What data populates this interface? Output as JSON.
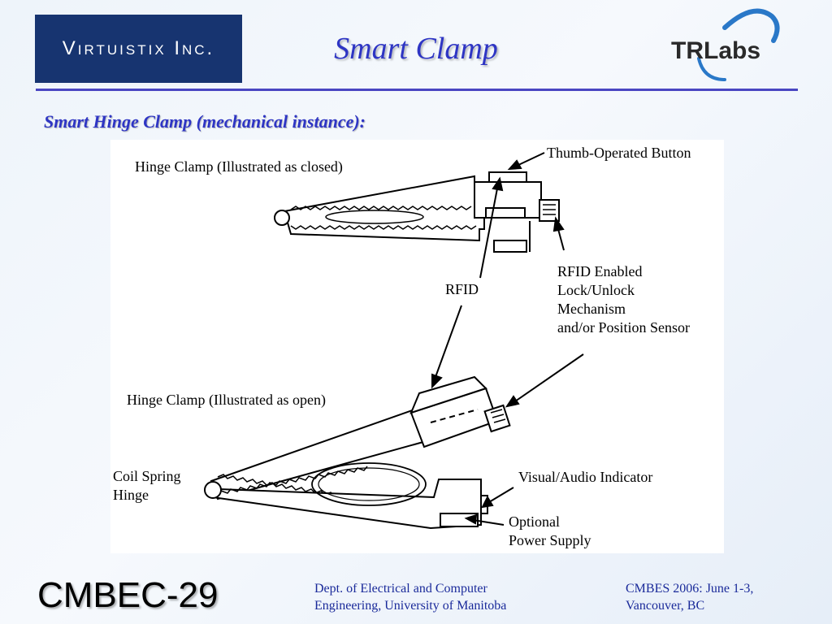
{
  "header": {
    "company_logo_text": "Virtuistix Inc.",
    "title": "Smart Clamp",
    "partner_logo_text": "TRLabs"
  },
  "subtitle": "Smart Hinge Clamp (mechanical instance):",
  "diagram": {
    "labels": {
      "closed": "Hinge Clamp (Illustrated as closed)",
      "thumb_button": "Thumb-Operated Button",
      "rfid": "RFID",
      "lock_line1": "RFID Enabled",
      "lock_line2": "Lock/Unlock",
      "lock_line3": "Mechanism",
      "lock_line4": "and/or Position Sensor",
      "open": "Hinge Clamp (Illustrated as open)",
      "coil_line1": "Coil Spring",
      "coil_line2": "Hinge",
      "indicator": "Visual/Audio Indicator",
      "power_line1": "Optional",
      "power_line2": "Power Supply"
    }
  },
  "footer": {
    "id": "CMBEC-29",
    "dept_line1": "Dept. of Electrical and Computer",
    "dept_line2": "Engineering, University of Manitoba",
    "conf_line1": "CMBES 2006: June 1-3,",
    "conf_line2": "Vancouver, BC"
  },
  "colors": {
    "title": "#2e35c4",
    "logo_bg": "#173470",
    "footer_text": "#1a2a9a"
  }
}
